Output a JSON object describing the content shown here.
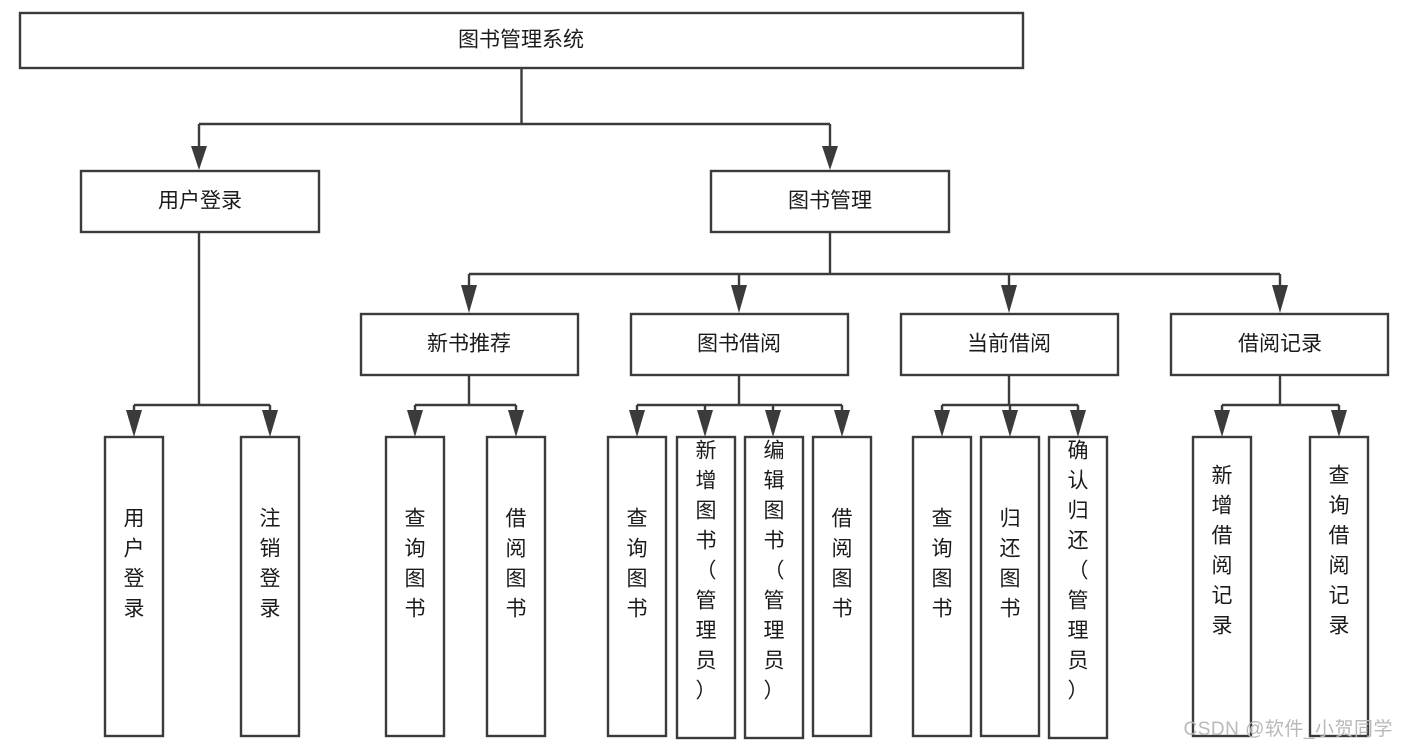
{
  "diagram": {
    "type": "tree-hierarchy-chart",
    "title": "图书管理系统",
    "watermark": "CSDN @软件_小贺同学",
    "colors": {
      "box_fill": "#ffffff",
      "box_stroke": "#3b3b3b",
      "text": "#1b1b1b",
      "watermark": "#b9b9b9",
      "background": "#ffffff"
    },
    "levels": {
      "root": {
        "label": "图书管理系统",
        "orientation": "horizontal"
      },
      "level2": [
        {
          "label": "用户登录",
          "orientation": "horizontal"
        },
        {
          "label": "图书管理",
          "orientation": "horizontal"
        }
      ],
      "level3": [
        {
          "label": "新书推荐",
          "orientation": "horizontal"
        },
        {
          "label": "图书借阅",
          "orientation": "horizontal"
        },
        {
          "label": "当前借阅",
          "orientation": "horizontal"
        },
        {
          "label": "借阅记录",
          "orientation": "horizontal"
        }
      ],
      "leaves": [
        {
          "label": "用户登录",
          "orientation": "vertical",
          "group": "用户登录"
        },
        {
          "label": "注销登录",
          "orientation": "vertical",
          "group": "用户登录"
        },
        {
          "label": "查询图书",
          "orientation": "vertical",
          "group": "新书推荐"
        },
        {
          "label": "借阅图书",
          "orientation": "vertical",
          "group": "新书推荐"
        },
        {
          "label": "查询图书",
          "orientation": "vertical",
          "group": "图书借阅"
        },
        {
          "label": "新增图书（管理员）",
          "orientation": "vertical",
          "group": "图书借阅"
        },
        {
          "label": "编辑图书（管理员）",
          "orientation": "vertical",
          "group": "图书借阅"
        },
        {
          "label": "借阅图书",
          "orientation": "vertical",
          "group": "图书借阅"
        },
        {
          "label": "查询图书",
          "orientation": "vertical",
          "group": "当前借阅"
        },
        {
          "label": "归还图书",
          "orientation": "vertical",
          "group": "当前借阅"
        },
        {
          "label": "确认归还（管理员）",
          "orientation": "vertical",
          "group": "当前借阅"
        },
        {
          "label": "新增借阅记录",
          "orientation": "vertical",
          "group": "借阅记录"
        },
        {
          "label": "查询借阅记录",
          "orientation": "vertical",
          "group": "借阅记录"
        }
      ]
    }
  }
}
